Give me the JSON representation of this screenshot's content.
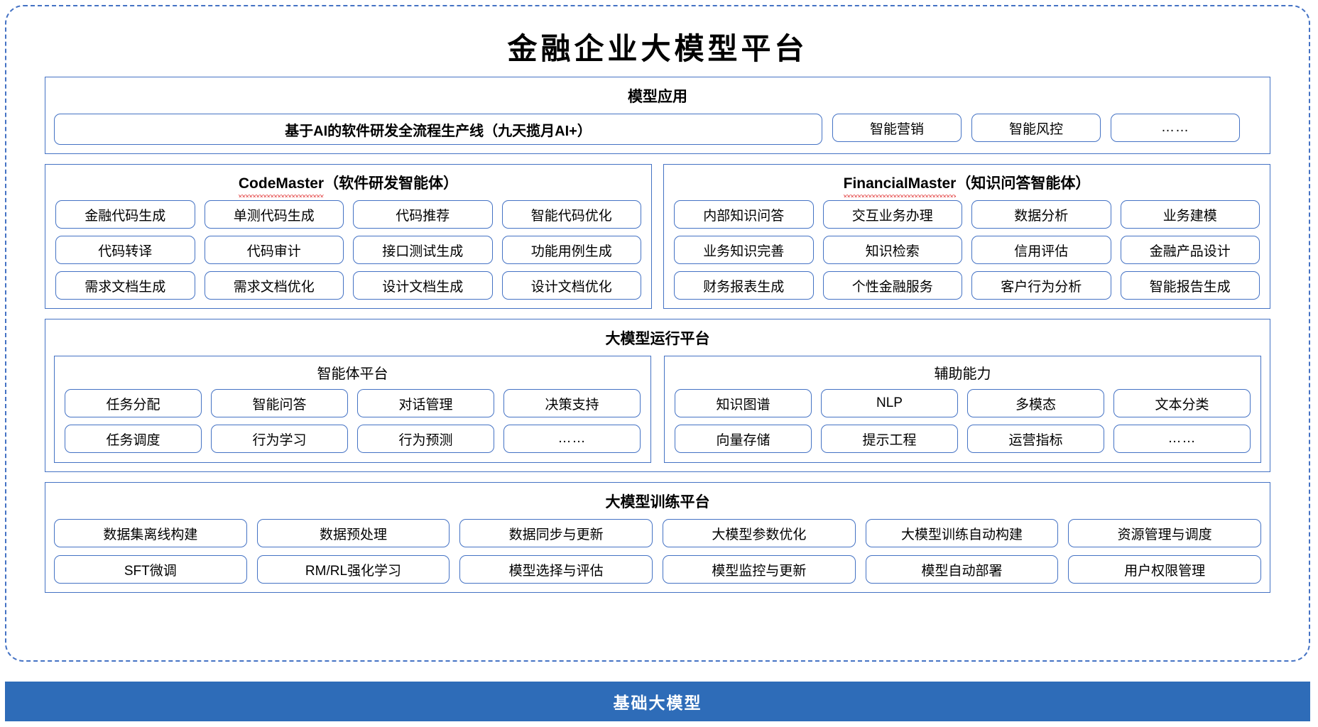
{
  "title": "金融企业大模型平台",
  "sections": {
    "applications": {
      "title": "模型应用",
      "banner": "基于AI的软件研发全流程生产线（九天揽月AI+）",
      "items": [
        "智能营销",
        "智能风控",
        "……"
      ]
    },
    "code_master": {
      "name": "CodeMaster",
      "suffix": "（软件研发智能体）",
      "items": [
        "金融代码生成",
        "单测代码生成",
        "代码推荐",
        "智能代码优化",
        "代码转译",
        "代码审计",
        "接口测试生成",
        "功能用例生成",
        "需求文档生成",
        "需求文档优化",
        "设计文档生成",
        "设计文档优化"
      ]
    },
    "financial_master": {
      "name": "FinancialMaster",
      "suffix": "（知识问答智能体）",
      "items": [
        "内部知识问答",
        "交互业务办理",
        "数据分析",
        "业务建模",
        "业务知识完善",
        "知识检索",
        "信用评估",
        "金融产品设计",
        "财务报表生成",
        "个性金融服务",
        "客户行为分析",
        "智能报告生成"
      ]
    },
    "runtime": {
      "title": "大模型运行平台",
      "agent_platform": {
        "title": "智能体平台",
        "items": [
          "任务分配",
          "智能问答",
          "对话管理",
          "决策支持",
          "任务调度",
          "行为学习",
          "行为预测",
          "……"
        ]
      },
      "support_capability": {
        "title": "辅助能力",
        "items": [
          "知识图谱",
          "NLP",
          "多模态",
          "文本分类",
          "向量存储",
          "提示工程",
          "运营指标",
          "……"
        ]
      }
    },
    "training": {
      "title": "大模型训练平台",
      "items": [
        "数据集离线构建",
        "数据预处理",
        "数据同步与更新",
        "大模型参数优化",
        "大模型训练自动构建",
        "资源管理与调度",
        "SFT微调",
        "RM/RL强化学习",
        "模型选择与评估",
        "模型监控与更新",
        "模型自动部署",
        "用户权限管理"
      ]
    },
    "foundation": {
      "label": "基础大模型"
    }
  },
  "colors": {
    "border_blue": "#4472C4",
    "bar_blue": "#2E6CB8",
    "spellcheck_red": "#e03030"
  }
}
